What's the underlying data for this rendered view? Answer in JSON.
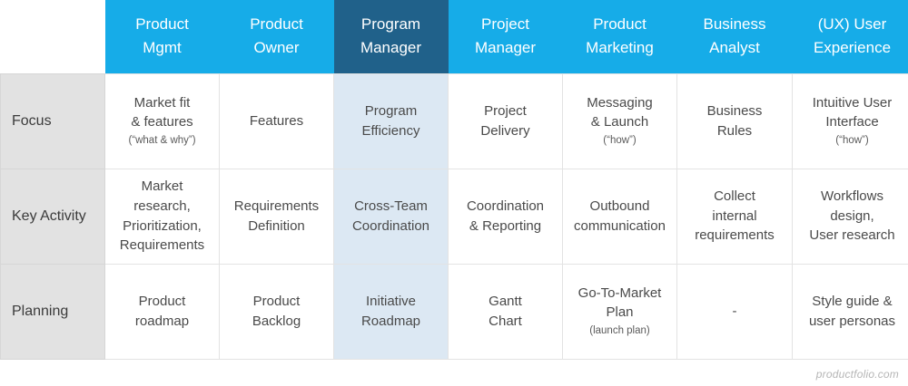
{
  "table": {
    "corner_label": "",
    "columns": [
      {
        "id": "product-mgmt",
        "label": "Product\nMgmt",
        "highlight": false
      },
      {
        "id": "product-owner",
        "label": "Product\nOwner",
        "highlight": false
      },
      {
        "id": "program-manager",
        "label": "Program\nManager",
        "highlight": true
      },
      {
        "id": "project-manager",
        "label": "Project\nManager",
        "highlight": false
      },
      {
        "id": "product-marketing",
        "label": "Product\nMarketing",
        "highlight": false
      },
      {
        "id": "business-analyst",
        "label": "Business\nAnalyst",
        "highlight": false
      },
      {
        "id": "ux-user-experience",
        "label": "(UX) User\nExperience",
        "highlight": false
      }
    ],
    "rows": [
      {
        "id": "focus",
        "label": "Focus",
        "cells": [
          {
            "text": "Market fit\n& features",
            "sub": "(“what & why”)"
          },
          {
            "text": "Features",
            "sub": ""
          },
          {
            "text": "Program\nEfficiency",
            "sub": ""
          },
          {
            "text": "Project\nDelivery",
            "sub": ""
          },
          {
            "text": "Messaging\n& Launch",
            "sub": "(“how”)"
          },
          {
            "text": "Business\nRules",
            "sub": ""
          },
          {
            "text": "Intuitive User\nInterface",
            "sub": "(“how”)"
          }
        ]
      },
      {
        "id": "key-activity",
        "label": "Key Activity",
        "cells": [
          {
            "text": "Market research,\nPrioritization,\nRequirements",
            "sub": ""
          },
          {
            "text": "Requirements\nDefinition",
            "sub": ""
          },
          {
            "text": "Cross-Team\nCoordination",
            "sub": ""
          },
          {
            "text": "Coordination\n& Reporting",
            "sub": ""
          },
          {
            "text": "Outbound\ncommunication",
            "sub": ""
          },
          {
            "text": "Collect\ninternal\nrequirements",
            "sub": ""
          },
          {
            "text": "Workflows\ndesign,\nUser research",
            "sub": ""
          }
        ]
      },
      {
        "id": "planning",
        "label": "Planning",
        "cells": [
          {
            "text": "Product\nroadmap",
            "sub": ""
          },
          {
            "text": "Product\nBacklog",
            "sub": ""
          },
          {
            "text": "Initiative\nRoadmap",
            "sub": ""
          },
          {
            "text": "Gantt\nChart",
            "sub": ""
          },
          {
            "text": "Go-To-Market\nPlan",
            "sub": "(launch plan)"
          },
          {
            "text": "-",
            "sub": ""
          },
          {
            "text": "Style guide &\nuser personas",
            "sub": ""
          }
        ]
      }
    ]
  },
  "watermark": {
    "text": "productfolio.com"
  },
  "colors": {
    "header_blue": "#16ACE8",
    "header_highlight_blue": "#20618A",
    "cell_highlight_blue": "#DCE8F3",
    "row_label_gray": "#E2E2E2",
    "border_gray": "#E3E3E3",
    "text_gray": "#4A4A4A",
    "watermark_gray": "#B6B6B6"
  }
}
